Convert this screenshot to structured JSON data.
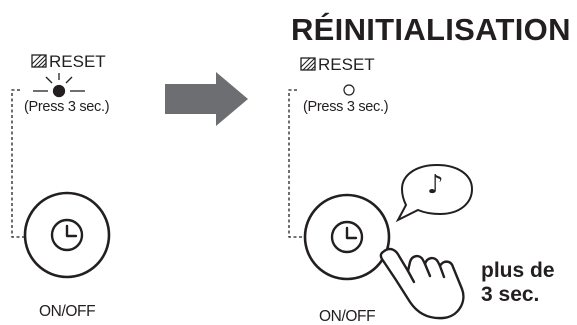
{
  "title": "RÉINITIALISATION",
  "left_panel": {
    "reset_label": "RESET",
    "press_hint": "(Press 3 sec.)",
    "onoff_label": "ON/OFF"
  },
  "right_panel": {
    "reset_label": "RESET",
    "press_hint": "(Press 3 sec.)",
    "onoff_label": "ON/OFF",
    "sound_symbol": "♪",
    "instruction_line1": "plus de",
    "instruction_line2": "3 sec."
  },
  "colors": {
    "ink": "#231f20",
    "arrow": "#6d6e71"
  },
  "icons": [
    "reset-hatched-icon",
    "lamp-blinking-icon",
    "lamp-off-icon",
    "clock-icon",
    "hand-pressing-icon",
    "speech-bubble-icon",
    "arrow-right-icon"
  ]
}
